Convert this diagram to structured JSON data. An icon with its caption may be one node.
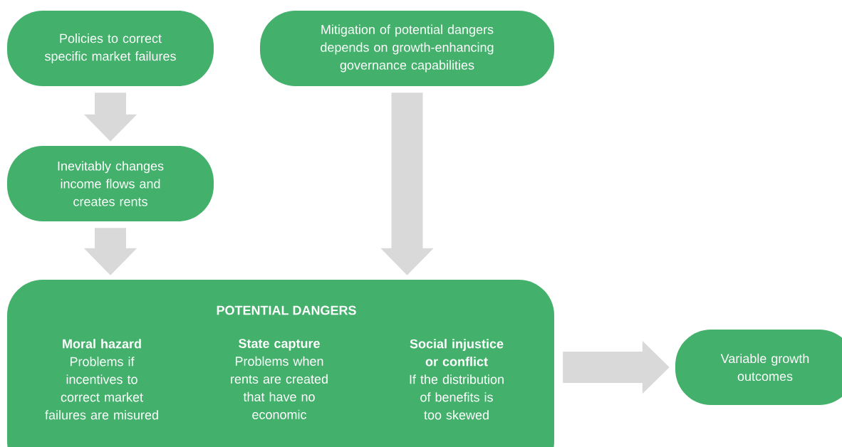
{
  "diagram": {
    "nodes": [
      {
        "text": [
          "Policies to correct specific market failures"
        ]
      },
      {
        "text": [
          "Mitigation of potential dangers depends on growth-enhancing governance capabilities"
        ]
      },
      {
        "text": [
          "Inevitably changes income flows and creates rents"
        ]
      },
      {
        "text": [
          "POTENTIAL DANGERS",
          "Moral hazard",
          "Problems if incentives to correct market failures are misured",
          "State capture",
          "Problems when rents are created that have no economic",
          "Social injustice or conflict",
          "If the distribution of benefits is too skewed"
        ]
      },
      {
        "text": [
          "Variable growth outcomes"
        ]
      }
    ],
    "edges": [
      {
        "from": 0,
        "to": 2,
        "arrow": "to"
      },
      {
        "from": 2,
        "to": 3,
        "arrow": "to"
      },
      {
        "from": 1,
        "to": 3,
        "arrow": "to"
      },
      {
        "from": 3,
        "to": 4,
        "arrow": "to"
      }
    ]
  }
}
